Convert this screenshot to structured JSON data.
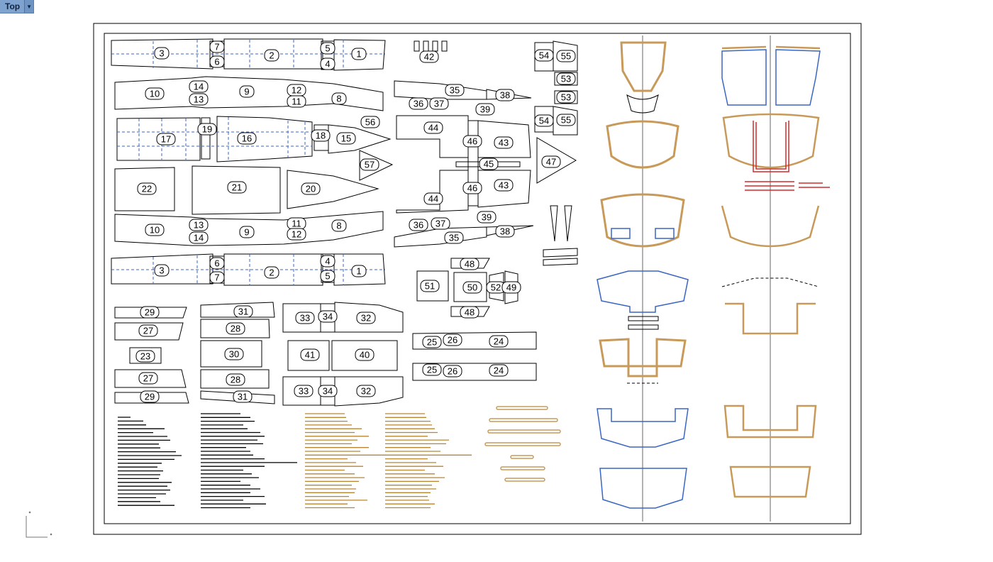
{
  "viewport": {
    "name": "Top",
    "menu_icon": "dropdown-arrow-icon"
  },
  "colors": {
    "outline": "#000000",
    "construction_line": "#3a66c4",
    "wood": "#c89a5a",
    "highlight": "#d42a2a",
    "text_bar": "#000000",
    "text_bar_alt": "#b8862e"
  },
  "part_labels": [
    "1",
    "2",
    "3",
    "4",
    "5",
    "6",
    "7",
    "8",
    "9",
    "10",
    "11",
    "12",
    "13",
    "14",
    "15",
    "16",
    "17",
    "18",
    "19",
    "20",
    "21",
    "22",
    "23",
    "24",
    "25",
    "26",
    "27",
    "28",
    "29",
    "30",
    "31",
    "32",
    "33",
    "34",
    "35",
    "36",
    "37",
    "38",
    "39",
    "40",
    "41",
    "42",
    "43",
    "44",
    "45",
    "46",
    "47",
    "48",
    "49",
    "50",
    "51",
    "52",
    "53",
    "54",
    "55",
    "56",
    "57"
  ]
}
